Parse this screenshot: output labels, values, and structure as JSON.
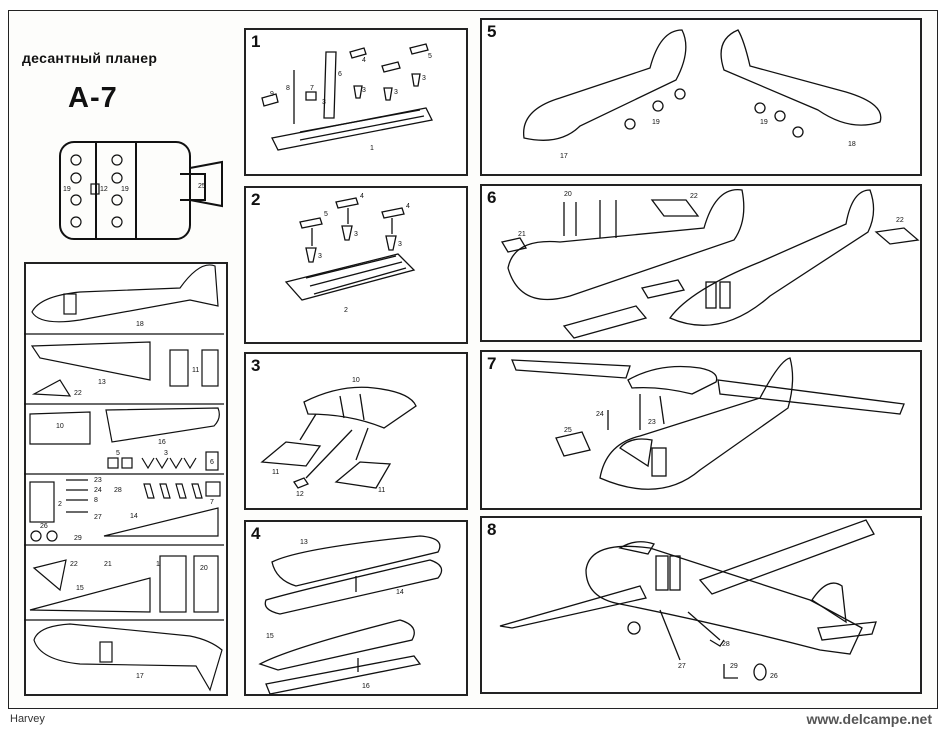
{
  "header": {
    "title": "десантный планер",
    "model": "А-7"
  },
  "steps": [
    "1",
    "2",
    "3",
    "4",
    "5",
    "6",
    "7",
    "8"
  ],
  "footer": {
    "left": "Harvey",
    "right": "www.delcampe.net"
  },
  "labels": {
    "top_view": [
      "19",
      "12",
      "19",
      "25"
    ],
    "parts_sheet": [
      "18",
      "11",
      "13",
      "22",
      "10",
      "16",
      "5",
      "3",
      "6",
      "23",
      "24",
      "8",
      "28",
      "7",
      "2",
      "27",
      "14",
      "26",
      "29",
      "22",
      "21",
      "1",
      "20",
      "15",
      "17"
    ],
    "step1": [
      "9",
      "8",
      "7",
      "6",
      "4",
      "5",
      "3",
      "3",
      "3",
      "3",
      "1"
    ],
    "step2": [
      "5",
      "4",
      "4",
      "3",
      "3",
      "3",
      "2"
    ],
    "step3": [
      "10",
      "11",
      "12",
      "11"
    ],
    "step4": [
      "13",
      "14",
      "15",
      "16"
    ],
    "step5": [
      "17",
      "19",
      "18",
      "19"
    ],
    "step6": [
      "20",
      "21",
      "22",
      "22"
    ],
    "step7": [
      "24",
      "23",
      "25"
    ],
    "step8": [
      "27",
      "28",
      "29",
      "26"
    ]
  }
}
